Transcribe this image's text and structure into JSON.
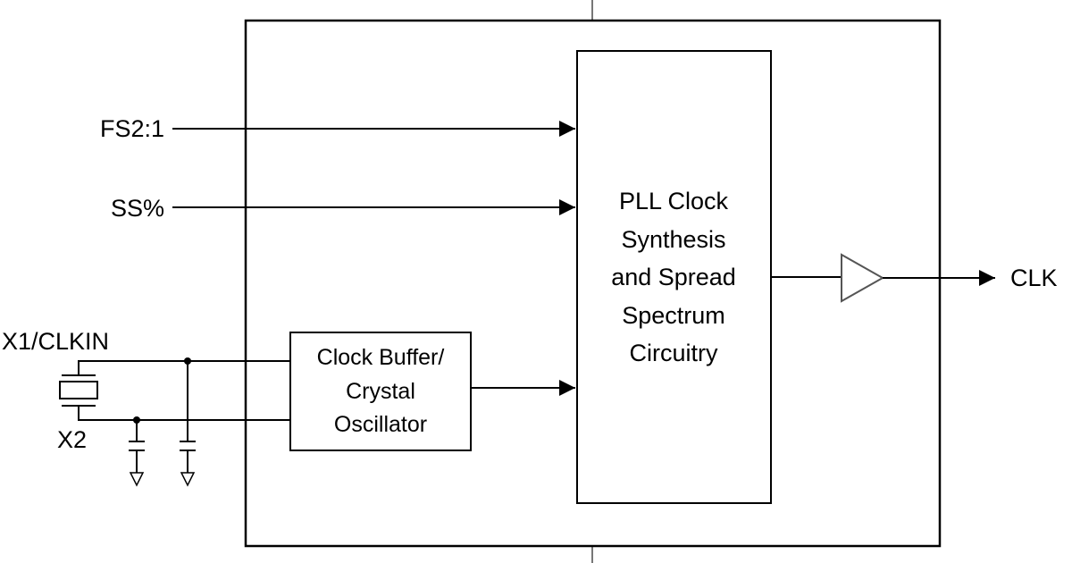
{
  "diagram": {
    "inputs": {
      "fs": "FS2:1",
      "ss": "SS%",
      "x1": "X1/CLKIN",
      "x2": "X2"
    },
    "output": "CLK",
    "pll_block": {
      "lines": [
        "PLL Clock",
        "Synthesis",
        "and Spread",
        "Spectrum",
        "Circuitry"
      ]
    },
    "oscillator_block": {
      "lines": [
        "Clock Buffer/",
        "Crystal",
        "Oscillator"
      ]
    },
    "colors": {
      "line": "#000000",
      "background": "#ffffff",
      "buffer_outline": "#555555"
    }
  }
}
